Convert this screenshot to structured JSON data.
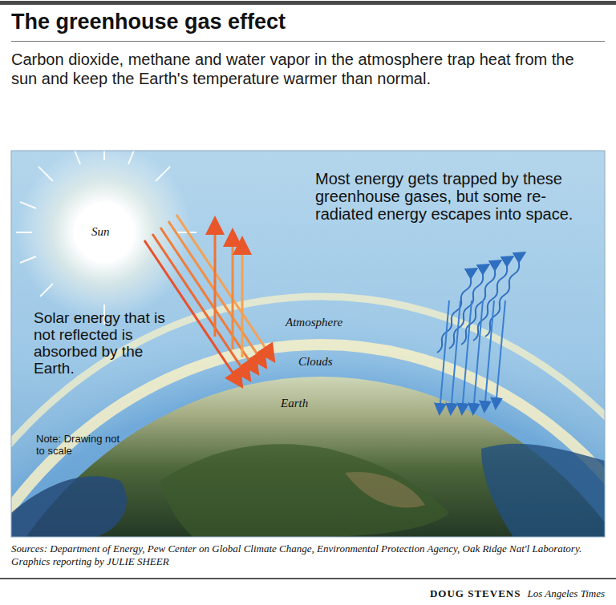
{
  "diagram": {
    "title": "The greenhouse gas effect",
    "caption": "Carbon dioxide, methane and water vapor in the atmosphere trap heat from the sun and keep the Earth's temperature warmer than normal.",
    "labels": [
      "Sun",
      "Most energy gets trapped by these greenhouse gases, but some re-radiated energy escapes into space.",
      "Atmosphere",
      "Solar energy that is not reflected is absorbed by the Earth.",
      "Clouds",
      "Earth",
      "Note: Drawing not to scale",
      "Sources: Department of Energy, Pew Center on Global Climate Change, Environmental Protection Agency, Oak Ridge Nat'l Laboratory. Graphics reporting by JULIE SHEER",
      "DOUG STEVENS",
      "Los Angeles Times"
    ]
  }
}
